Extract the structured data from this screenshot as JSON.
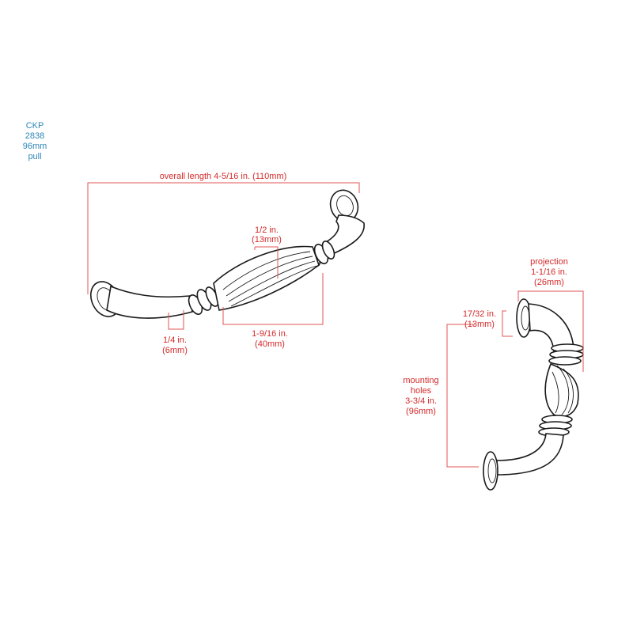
{
  "product": {
    "label_lines": [
      "CKP",
      "2838",
      "96mm",
      "pull"
    ]
  },
  "front_view": {
    "overall_length": "overall length 4-5/16 in. (110mm)",
    "center_width_in": "1/2 in.",
    "center_width_mm": "(13mm)",
    "bar_width_in": "1/4 in.",
    "bar_width_mm": "(6mm)",
    "center_length_in": "1-9/16 in.",
    "center_length_mm": "(40mm)"
  },
  "side_view": {
    "projection_label": "projection",
    "projection_in": "1-1/16 in.",
    "projection_mm": "(26mm)",
    "base_in": "17/32 in.",
    "base_mm": "(13mm)",
    "mounting_1": "mounting",
    "mounting_2": "holes",
    "mounting_in": "3-3/4 in.",
    "mounting_mm": "(96mm)"
  },
  "colors": {
    "product_label": "#2f86b8",
    "dimension": "#d42a2a",
    "ink": "#1a1a1a"
  }
}
